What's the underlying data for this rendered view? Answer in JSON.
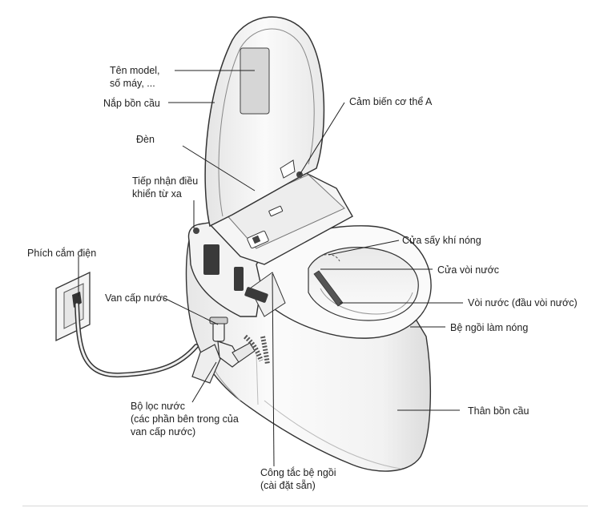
{
  "labels": {
    "model_name": [
      "Tên model,",
      "số máy, ..."
    ],
    "lid": "Nắp bồn cầu",
    "light": "Đèn",
    "remote_receiver": [
      "Tiếp nhận điều",
      "khiển từ xa"
    ],
    "power_plug": "Phích cắm điện",
    "supply_valve": "Van cấp nước",
    "water_filter": [
      "Bộ lọc nước",
      "(các phần bên trong của",
      "van cấp nước)"
    ],
    "seat_switch": [
      "Công tắc bệ ngồi",
      "(cài đặt sẵn)"
    ],
    "body_sensor": "Cảm biến cơ thể A",
    "warm_air_outlet": "Cửa sấy khí nóng",
    "nozzle_door": "Cửa vòi nước",
    "nozzle": "Vòi nước (đầu vòi nước)",
    "heated_seat": "Bệ ngồi làm nóng",
    "toilet_body": "Thân bồn cầu"
  },
  "colors": {
    "outline": "#333333",
    "body_fill": "#f7f7f7",
    "shade": "#d9d9d9",
    "dark": "#555555",
    "leader": "#222222"
  }
}
